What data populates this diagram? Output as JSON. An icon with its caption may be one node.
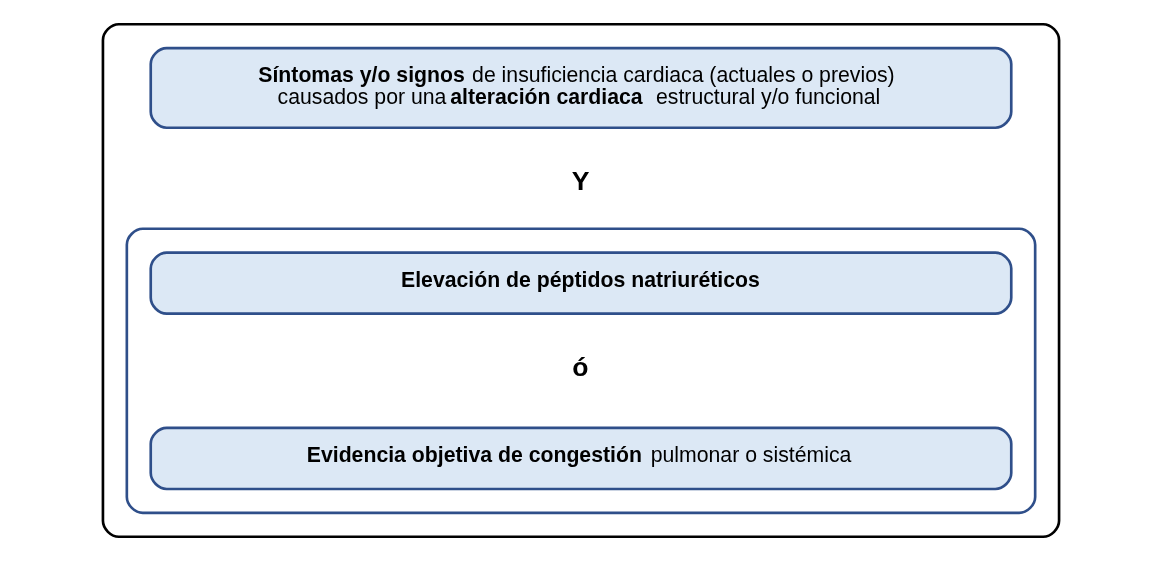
{
  "diagram": {
    "nodes": [
      {
        "text": [],
        "shape": "box"
      },
      {
        "text": [
          "**Síntomas y/o signos** de insuficiencia cardiaca (actuales o previos) causados por una **alteración cardiaca** estructural y/o funcional"
        ],
        "in": 0
      },
      {
        "text": [],
        "shape": "box",
        "in": 0
      },
      {
        "text": [
          "**Elevación de péptidos natriuréticos**"
        ],
        "in": 2
      },
      {
        "text": [
          "**Evidencia objetiva de congestión** pulmonar o sistémica"
        ],
        "in": 2
      }
    ],
    "edges": [],
    "labels": [
      "Y",
      "ó"
    ]
  }
}
